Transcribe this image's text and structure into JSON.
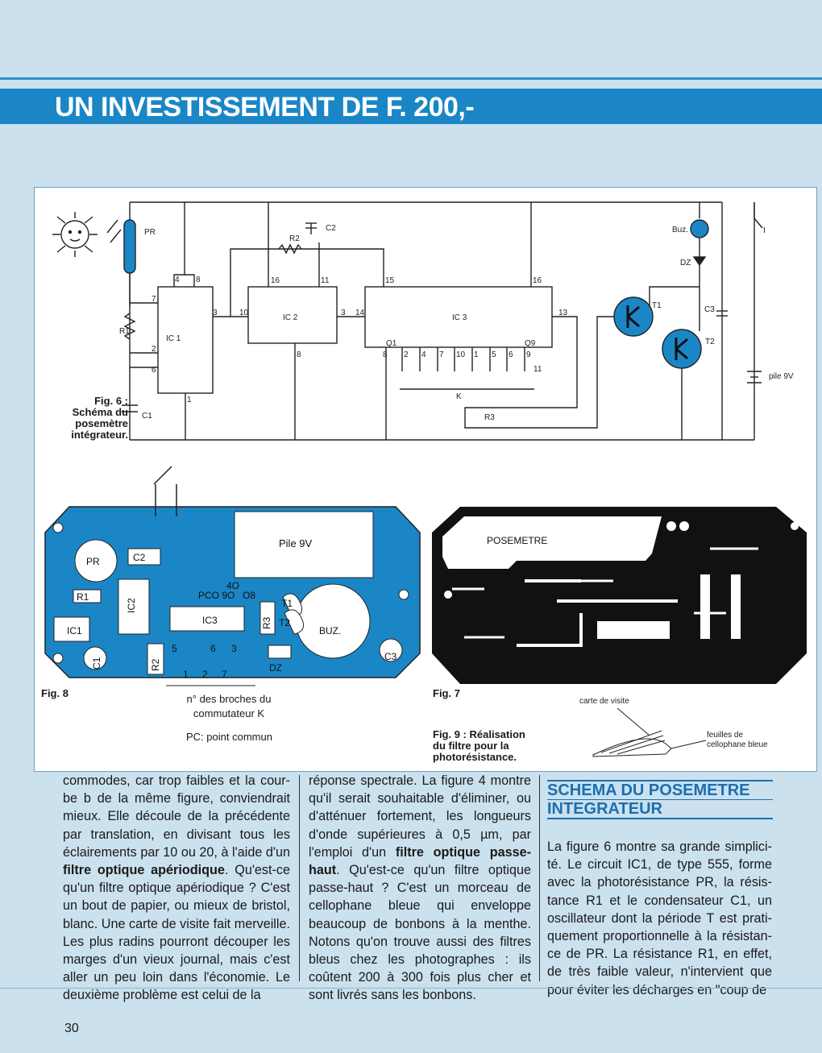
{
  "header": {
    "title": "UN INVESTISSEMENT DE F. 200,-"
  },
  "fig6": {
    "caption_1": "Fig. 6 :",
    "caption_2": "Schéma du",
    "caption_3": "posemètre",
    "caption_4": "intégrateur.",
    "labels": {
      "pr": "PR",
      "r1": "R1",
      "c1": "C1",
      "ic1": "IC 1",
      "r2": "R2",
      "c2": "C2",
      "ic2": "IC 2",
      "ic3": "IC 3",
      "q1": "Q1",
      "q9": "Q9",
      "k": "K",
      "r3": "R3",
      "buz": "Buz.",
      "dz": "DZ",
      "t1": "T1",
      "t2": "T2",
      "c3": "C3",
      "pile": "pile 9V",
      "i": "I"
    },
    "pins": {
      "p4": "4",
      "p8a": "8",
      "p7": "7",
      "p2": "2",
      "p6": "6",
      "p1": "1",
      "p3": "3",
      "p10": "10",
      "p16a": "16",
      "p11": "11",
      "p8b": "8",
      "p3b": "3",
      "p14": "14",
      "p15": "15",
      "p16b": "16",
      "p13": "13",
      "p8c": "8",
      "p2b": "2",
      "p4b": "4",
      "p7b": "7",
      "p10b": "10",
      "p1b": "1",
      "p5b": "5",
      "p6b": "6",
      "p9b": "9",
      "p11b": "11"
    }
  },
  "fig8": {
    "caption": "Fig. 8",
    "pile": "Pile 9V",
    "pr": "PR",
    "c2": "C2",
    "r1": "R1",
    "ic1": "IC1",
    "ic2": "IC2",
    "ic3": "IC3",
    "c1": "C1",
    "r2": "R2",
    "r3": "R3",
    "t1": "T1",
    "t2": "T2",
    "buz": "BUZ.",
    "dz": "DZ",
    "c3": "C3",
    "pco": "PCO 9O",
    "n40": "4O",
    "n08": "O8",
    "n5": "5",
    "n6": "6",
    "n3": "3",
    "n1": "1",
    "n2": "2",
    "n7": "7",
    "note_1": "n° des broches du",
    "note_2": "commutateur K",
    "note_3": "PC: point commun"
  },
  "fig7": {
    "caption": "Fig. 7",
    "label": "POSEMETRE"
  },
  "fig9": {
    "caption_1": "Fig. 9 : Réalisation",
    "caption_2": "du filtre pour la",
    "caption_3": "photorésistance.",
    "card": "carte de visite",
    "sheets_1": "feuilles de",
    "sheets_2": "cellophane bleue"
  },
  "col1": {
    "t1": "commodes, car trop faibles et la cour­be b de la même figure, conviendrait mieux. Elle découle de la précédente par translation, en divisant tous les éclairements par 10 ou 20, à l'aide d'un ",
    "b1": "filtre optique apériodique",
    "t2": ". Qu'est-ce qu'un filtre optique apériodique ? C'est un bout de papier, ou mieux de bris­tol, blanc. Une carte de visite fait mer­veille. Les plus radins pourront décou­per les marges d'un vieux journal, mais c'est aller un peu loin dans l'économie. Le deuxième problème est celui de la"
  },
  "col2": {
    "t1": "réponse spectrale. La figure 4 montre qu'il serait souhaitable d'éliminer, ou d'atténuer fortement, les longueurs d'onde supérieures à 0,5 µm, par l'em­ploi d'un ",
    "b1": "filtre optique passe-haut",
    "t2": ". Qu'est-ce qu'un filtre optique passe-haut ? C'est un morceau de cellopha­ne bleue qui enveloppe beaucoup de bonbons à la menthe. Notons qu'on trouve aussi des filtres bleus chez les photographes : ils coûtent 200 à 300 fois plus cher et sont livrés sans les bonbons."
  },
  "col3": {
    "heading_1": "SCHEMA DU POSEMETRE",
    "heading_2": "INTEGRATEUR",
    "t1": "La figure 6 montre sa grande simplici­té. Le circuit IC1, de type 555, forme avec la photorésistance PR, la résis­tance R1 et le condensateur C1, un oscillateur dont la période T est prati­quement proportionnelle à la résistan­ce de PR. La résistance R1, en effet, de très faible valeur, n'intervient que pour éviter les décharges en \"coup de"
  },
  "footer": {
    "page_number": "30"
  }
}
